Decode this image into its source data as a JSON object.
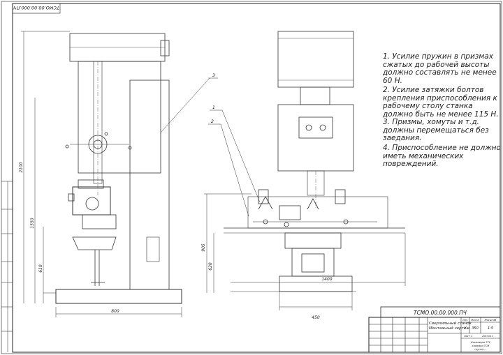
{
  "stamp_code": "ТСМО.00.00.000.ПЧ",
  "notes": [
    "1. Усилие пружин в призмах\nсжатых до рабочей высоты\nдолжно составлять не менее\n60 Н.",
    "2. Усилие затяжки болтов\nкрепления приспособления к\nрабочему столу станка\nдолжно быть не менее 115 Н.",
    "3. Призмы, хомуты и т.д.\nдолжны перемещаться без\nзаедания.",
    "4. Приспособление не должно\nиметь механических\nповреждений."
  ],
  "callouts": [
    "3",
    "1",
    "2"
  ],
  "dimensions": {
    "h_total": "2100",
    "h_mid": "1550",
    "h_low": "610",
    "w_front": "800",
    "h_right": "905",
    "h_right_low": "620",
    "w_table": "1400",
    "w_right": "450"
  },
  "title_block": {
    "code": "ТСМО.00.00.000.ПЧ",
    "name_line1": "Сверлильный станок",
    "name_line2": "Монтажный чертеж",
    "lit": "У",
    "mass": "350",
    "scale": "1:5",
    "org_line1": "Бакалавры ТГУ",
    "org_line2": "кафедра ТСМ",
    "org_line3": "группа ...",
    "sheet": "Лист 1",
    "sheets": "Листов 1",
    "col_lit": "Лит.",
    "col_mass": "Масса",
    "col_scale": "Масштаб"
  }
}
